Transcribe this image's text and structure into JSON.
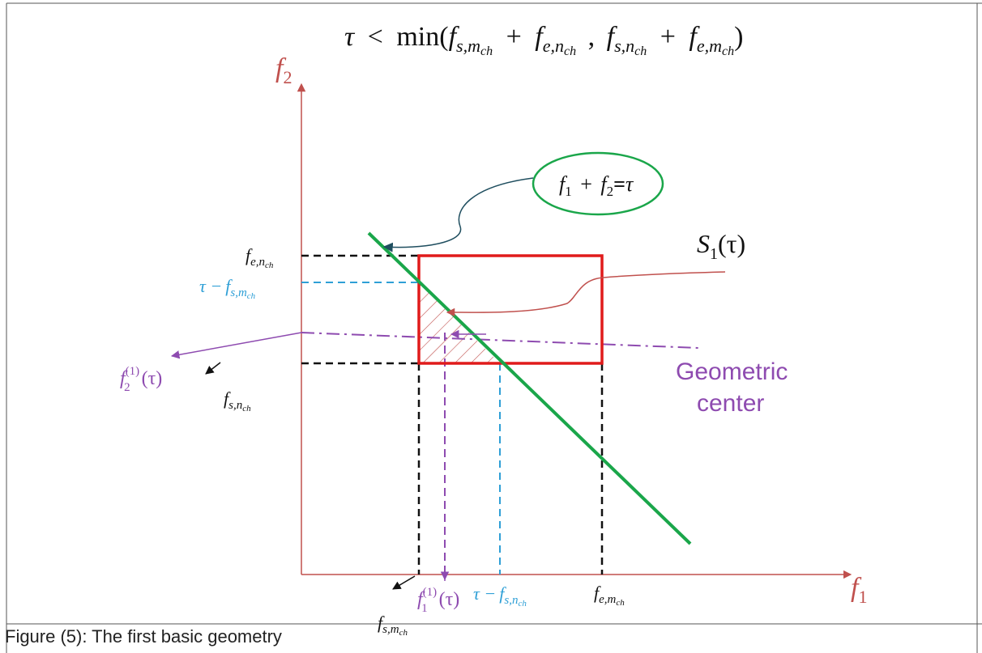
{
  "colors": {
    "axis": "#c0504d",
    "rect": "#e01b1b",
    "line": "#1aa64a",
    "black_dash": "#111111",
    "blue_dash": "#2e9fd6",
    "purple": "#8e4bb0",
    "callout_ellipse": "#1aa64a",
    "callout_arrow": "#1f4e5f"
  },
  "formula": {
    "tau": "τ",
    "lt": "<",
    "min": "min(",
    "f": "f",
    "sub_s": "s,",
    "sub_e": "e,",
    "m": "m",
    "n": "n",
    "ch": "ch",
    "plus": "+",
    "comma": ",",
    "close": ")"
  },
  "axes": {
    "y_label": "f",
    "y_sub": "2",
    "x_label": "f",
    "x_sub": "1"
  },
  "ellipse_label": {
    "f": "f",
    "sub1": "1",
    "plus": "+",
    "sub2": "2",
    "eq": "=",
    "tau": "τ"
  },
  "s1_label": {
    "S": "S",
    "sub": "1",
    "arg": "(τ)"
  },
  "labels": {
    "f": "f",
    "e_sub": "e,",
    "s_sub": "s,",
    "n": "n",
    "m": "m",
    "ch": "ch",
    "tau_minus": "τ −",
    "sup1": "(1)",
    "tau_arg": "(τ)",
    "sub1": "1",
    "sub2": "2"
  },
  "geometric_center": {
    "line1": "Geometric",
    "line2": "center"
  },
  "caption": "Figure (5): The first basic geometry"
}
